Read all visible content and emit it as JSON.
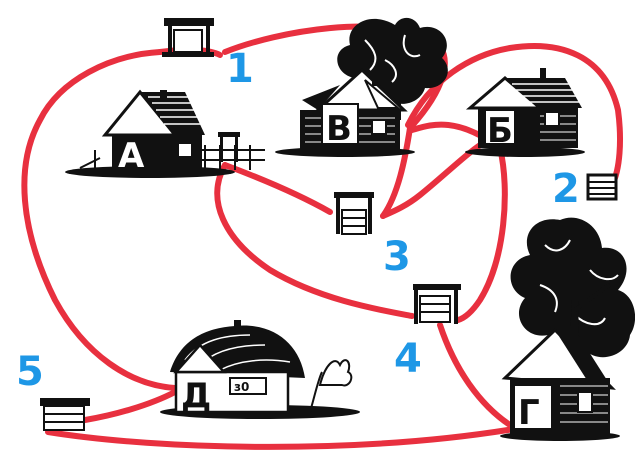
{
  "colors": {
    "path": "#e8303f",
    "number": "#1e97e6",
    "ink": "#111111",
    "paper": "#ffffff"
  },
  "houses": {
    "a": "А",
    "b": "Б",
    "v": "В",
    "g": "Г",
    "d": "Д"
  },
  "wells": {
    "w1": "1",
    "w2": "2",
    "w3": "3",
    "w4": "4",
    "w5": "5"
  },
  "house_d_sign": "з0"
}
